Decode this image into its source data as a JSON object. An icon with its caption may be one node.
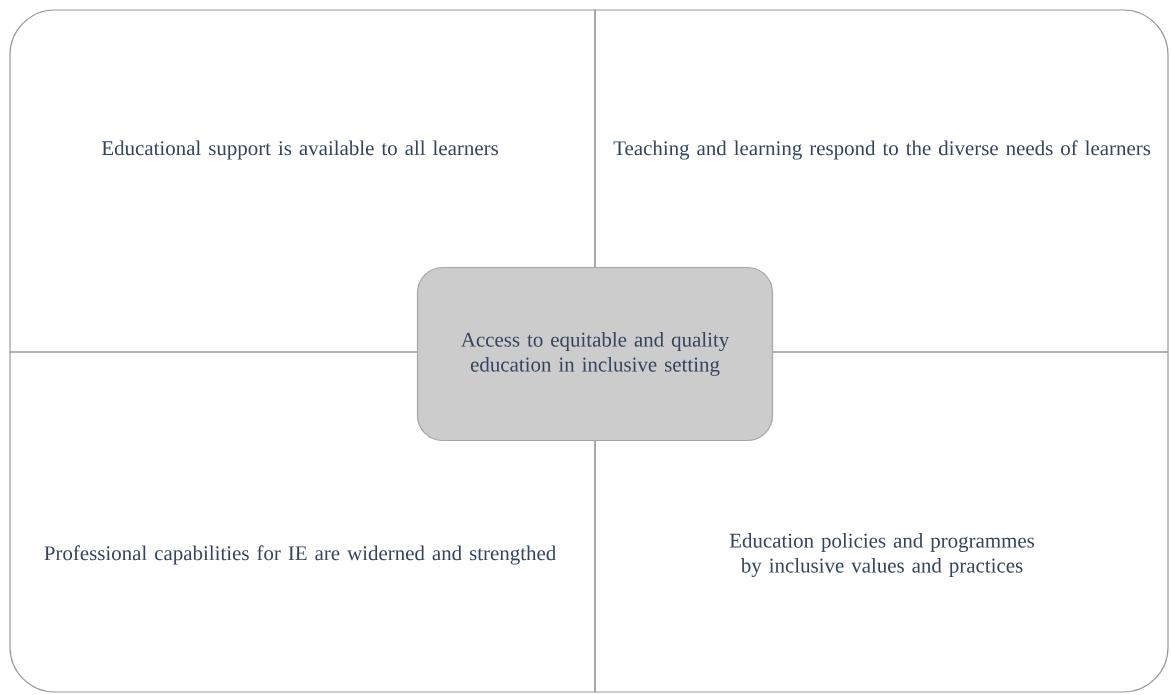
{
  "diagram": {
    "nodes": [
      {
        "text": [
          "Educational support is available to all learners"
        ]
      },
      {
        "text": [
          "Teaching and learning respond to the diverse needs of learners"
        ]
      },
      {
        "text": [
          "Professional capabilities for IE are widerned and strengthed"
        ]
      },
      {
        "text": [
          "Education policies and programmes by inclusive values and practices"
        ]
      },
      {
        "text": [
          "Access to equitable and quality education in inclusive setting"
        ]
      }
    ]
  }
}
